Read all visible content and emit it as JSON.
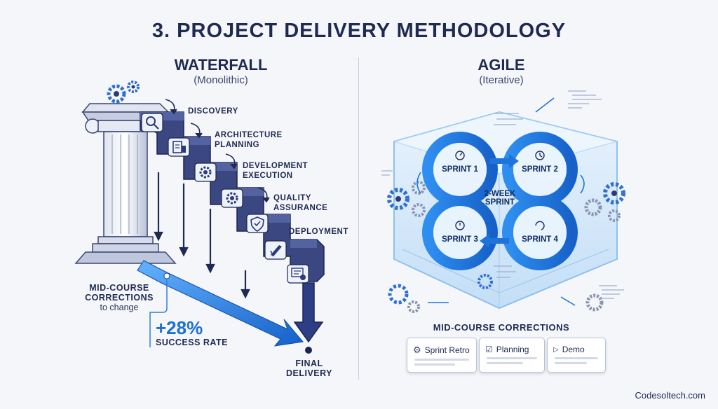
{
  "title": "3. PROJECT DELIVERY METHODOLOGY",
  "waterfall": {
    "title": "WATERFALL",
    "subtitle": "(Monolithic)",
    "steps": [
      {
        "label": "DISCOVERY",
        "icon": "magnifier-icon"
      },
      {
        "label": "ARCHITECTURE PLANNING",
        "icon": "blueprint-icon"
      },
      {
        "label": "DEVELOPMENT EXECUTION",
        "icon": "gear-icon"
      },
      {
        "label": "QUALITY ASSURANCE",
        "icon": "gear-icon"
      },
      {
        "label": "DEPLOYMENT",
        "icon": "rocket-icon"
      }
    ],
    "step_label_lines": [
      [
        "DISCOVERY"
      ],
      [
        "ARCHITECTURE",
        "PLANNING"
      ],
      [
        "DEVELOPMENT",
        "EXECUTION"
      ],
      [
        "QUALITY",
        "ASSURANCE"
      ],
      [
        "DEPLOYMENT"
      ]
    ],
    "corrections_line1": "MID-COURSE",
    "corrections_line2": "CORRECTIONS",
    "corrections_line3": "to change",
    "success_value": "+28%",
    "success_label": "SUCCESS RATE",
    "final_line1": "FINAL",
    "final_line2": "DELIVERY"
  },
  "agile": {
    "title": "AGILE",
    "subtitle": "(Iterative)",
    "sprints": [
      "SPRINT 1",
      "SPRINT 2",
      "SPRINT 3",
      "SPRINT 4"
    ],
    "center_line1": "2-WEEK",
    "center_line2": "SPRINT",
    "corrections_title": "MID-COURSE CORRECTIONS",
    "cards": [
      {
        "label": "Sprint Retro",
        "icon": "gear-icon"
      },
      {
        "label": "Planning",
        "icon": "checklist-icon"
      },
      {
        "label": "Demo",
        "icon": "play-icon"
      }
    ]
  },
  "brand": "Codesoltech.com",
  "colors": {
    "navy": "#1f2a52",
    "step_blue": "#2b3a7a",
    "accent_blue": "#2f7fe0",
    "ribbon_blue": "#1e88e5",
    "light_blue": "#cfe6fb"
  }
}
